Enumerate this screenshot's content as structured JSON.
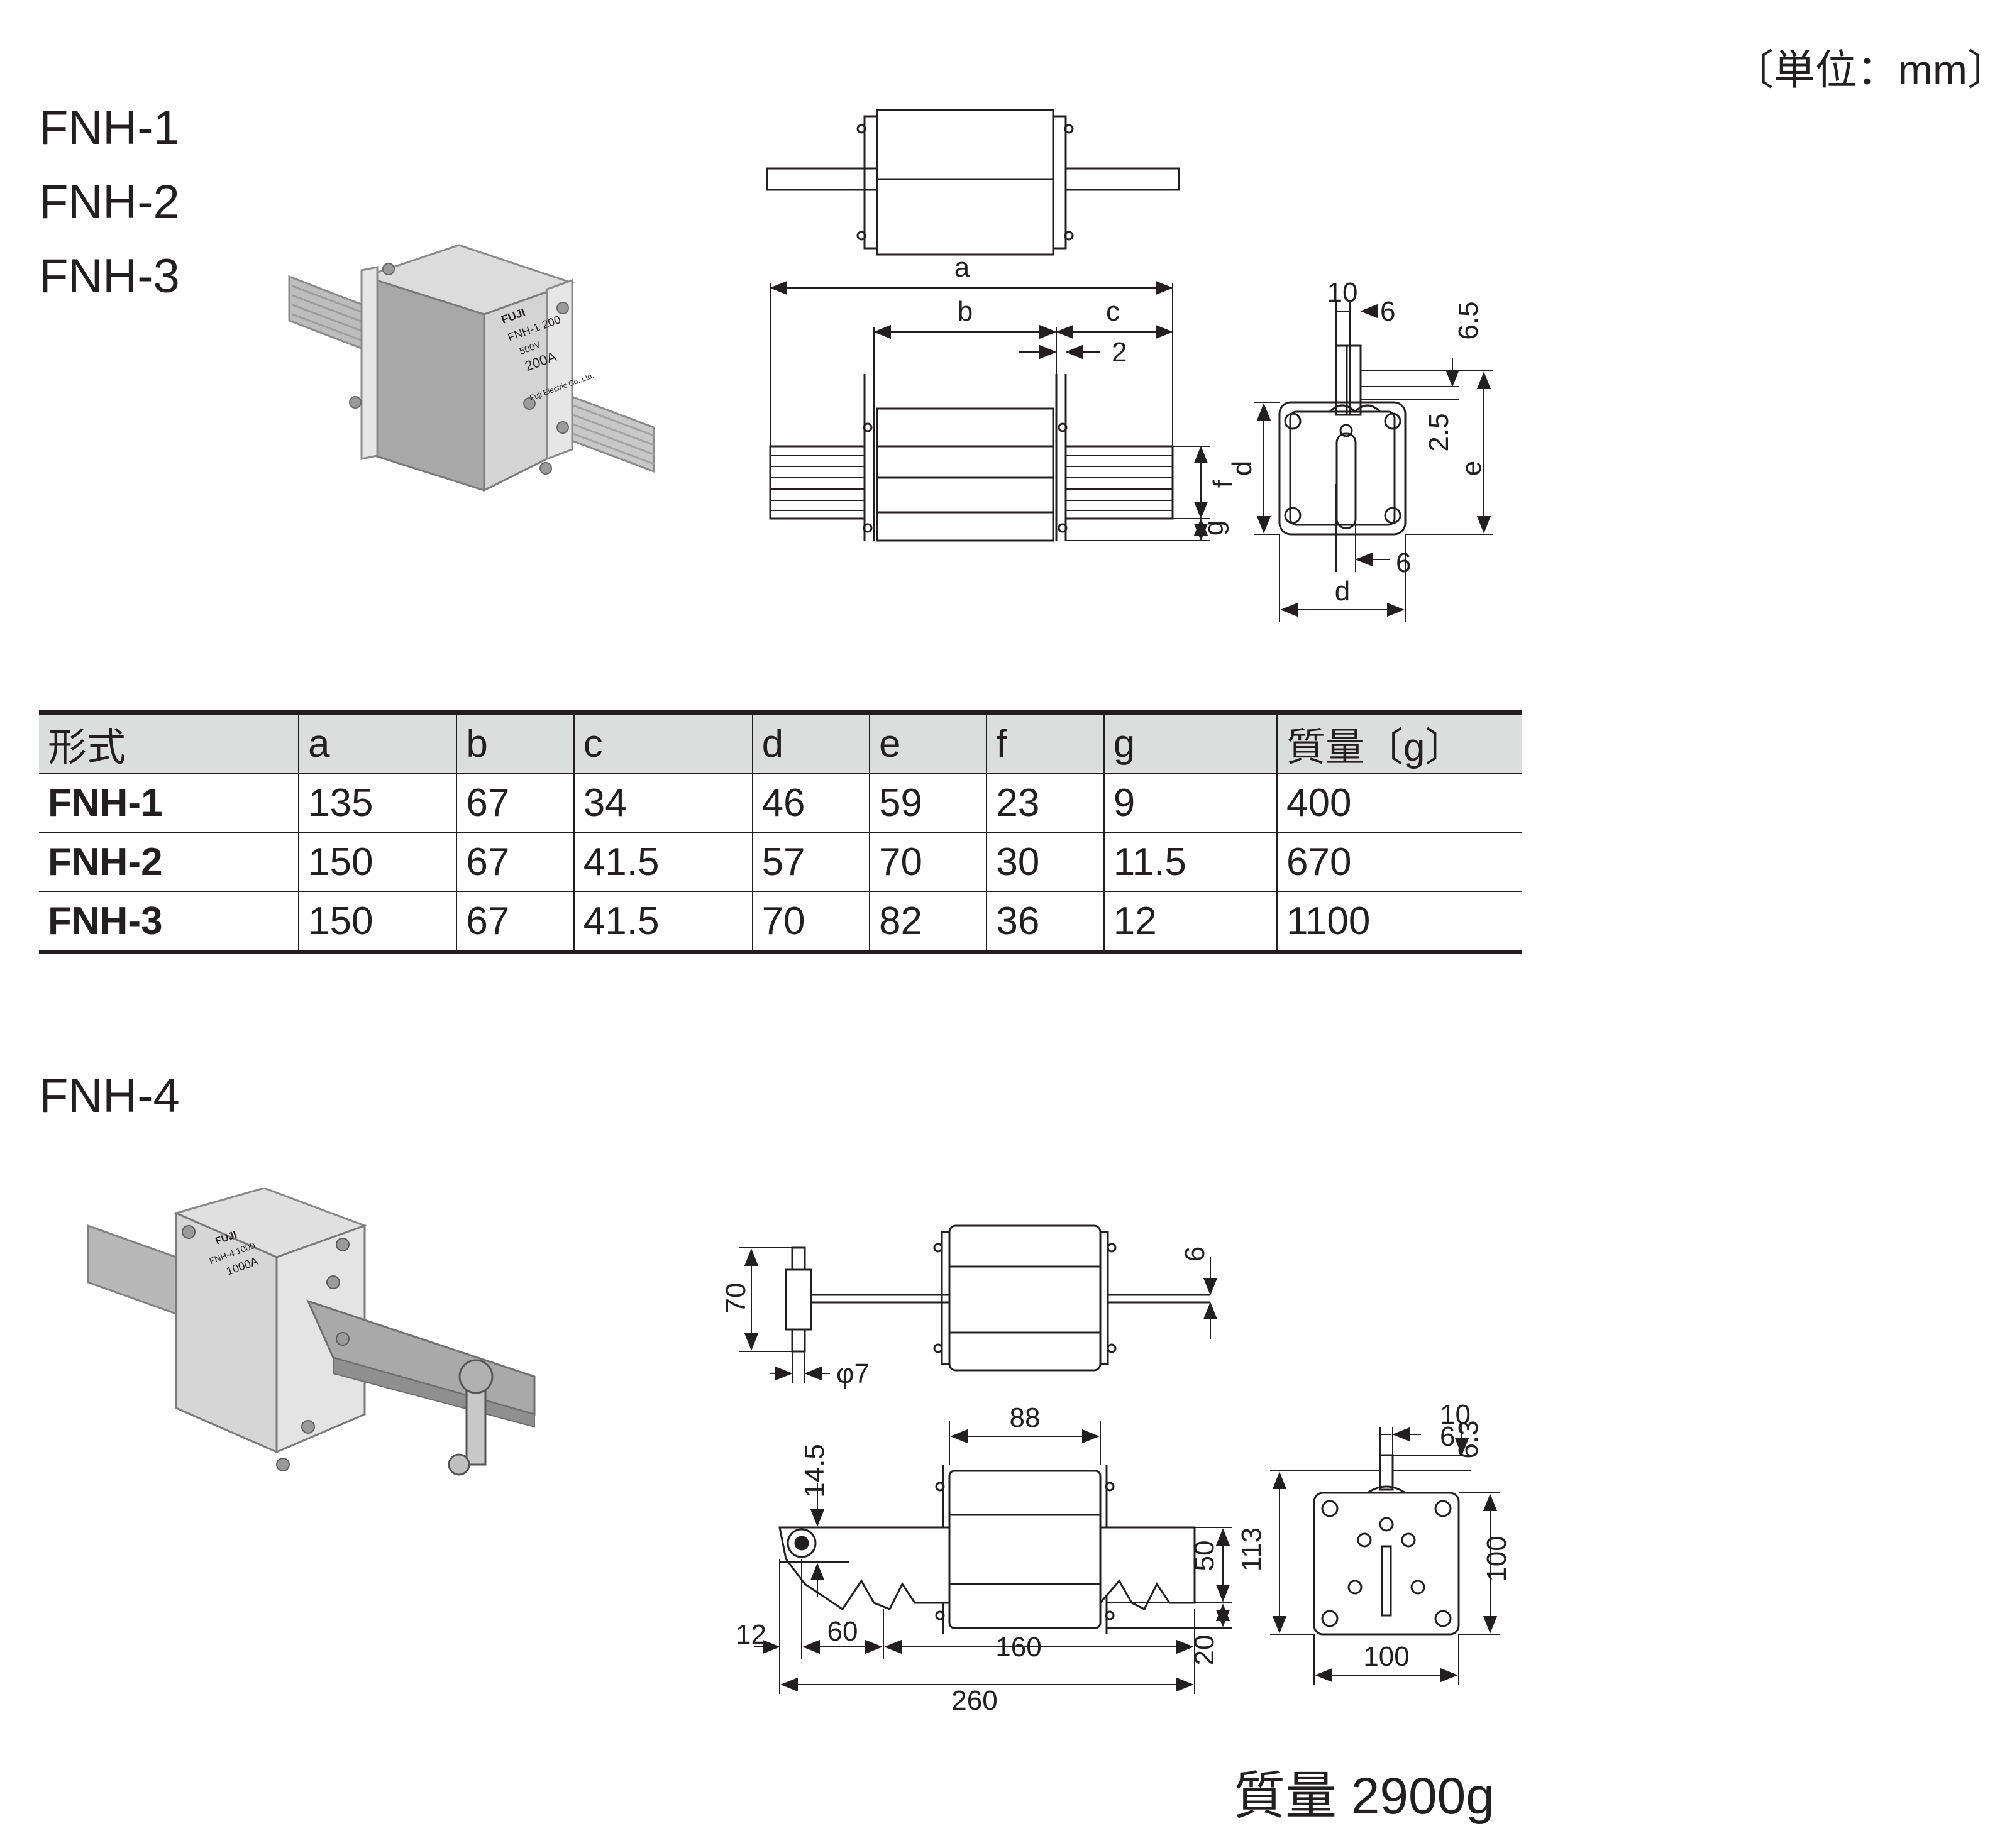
{
  "unit_note": "〔単位：mm〕",
  "models_top": [
    "FNH-1",
    "FNH-2",
    "FNH-3"
  ],
  "model_bottom": "FNH-4",
  "photo_labels": {
    "brand": "FUJI",
    "model": "FNH-1 200",
    "voltage": "500V",
    "current": "200A",
    "maker": "Fuji Electric Co.,Ltd.",
    "model4": "FNH-4 1000",
    "current4": "1000A"
  },
  "drawing_top": {
    "a": "a",
    "b": "b",
    "c": "c",
    "d": "d",
    "e": "e",
    "f": "f",
    "g": "g",
    "d2": "d",
    "n10": "10",
    "n6": "6",
    "n6_5": "6.5",
    "n2_5": "2.5",
    "n2": "2",
    "n6b": "6"
  },
  "drawing_bottom": {
    "n70": "70",
    "phi7": "φ7",
    "n6": "6",
    "n88": "88",
    "n14_5": "14.5",
    "n12": "12",
    "n60": "60",
    "n160": "160",
    "n260": "260",
    "n50": "50",
    "n20": "20",
    "n113": "113",
    "n10": "10",
    "n6b": "6",
    "n6_3": "6.3",
    "n100v": "100",
    "n100h": "100"
  },
  "table": {
    "headers": [
      "形式",
      "a",
      "b",
      "c",
      "d",
      "e",
      "f",
      "g",
      "質量〔g〕"
    ],
    "rows": [
      [
        "FNH-1",
        "135",
        "67",
        "34",
        "46",
        "59",
        "23",
        "9",
        "400"
      ],
      [
        "FNH-2",
        "150",
        "67",
        "41.5",
        "57",
        "70",
        "30",
        "11.5",
        "670"
      ],
      [
        "FNH-3",
        "150",
        "67",
        "41.5",
        "70",
        "82",
        "36",
        "12",
        "1100"
      ]
    ]
  },
  "mass_note": "質量 2900g"
}
